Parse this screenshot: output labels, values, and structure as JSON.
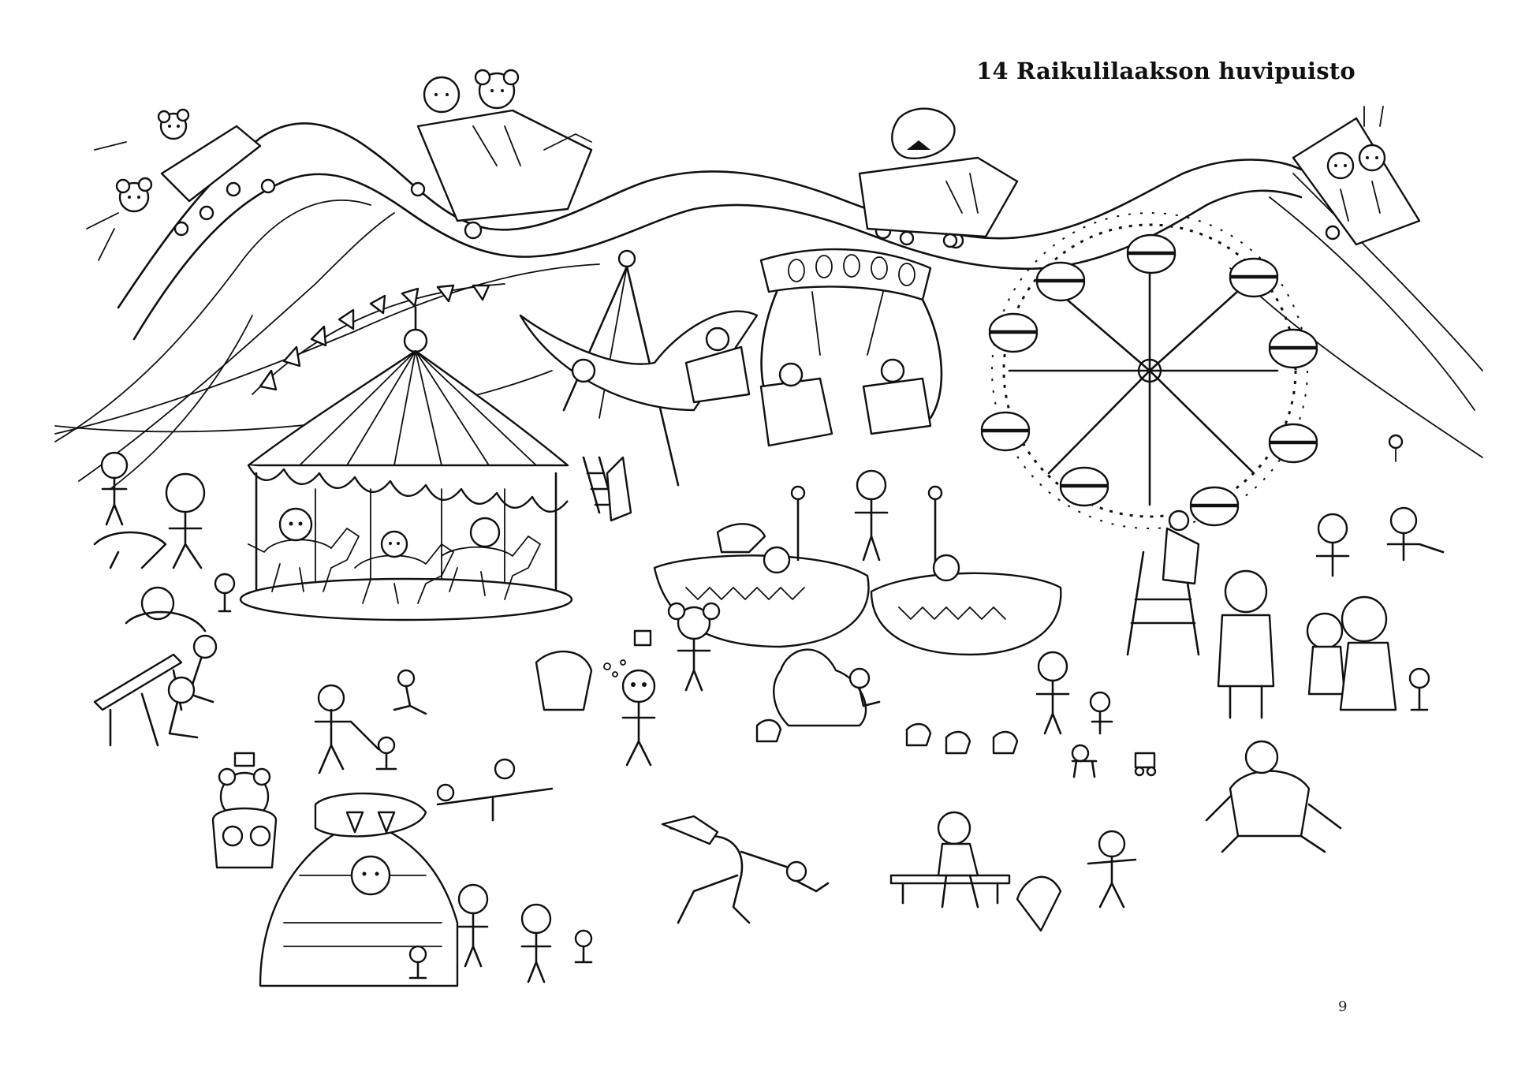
{
  "page": {
    "title": "14 Raikulilaakson huvipuisto",
    "page_number": "9"
  },
  "illustration": {
    "style": "black-and-white line drawing (coloring page)",
    "attractions": [
      "roller-coaster",
      "carousel",
      "swing-boat",
      "chair-swing",
      "ferris-wheel",
      "bumper-boats",
      "ice-cream-kiosk",
      "slide",
      "benches"
    ]
  }
}
